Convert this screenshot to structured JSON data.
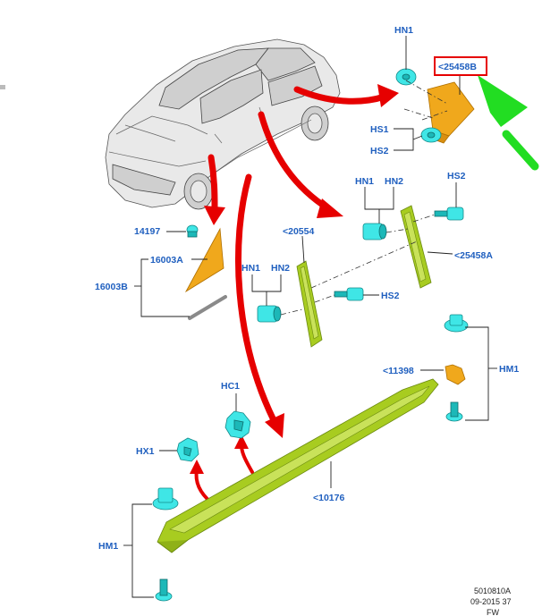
{
  "labels": {
    "hn1_top": "HN1",
    "highlight": "<25458B",
    "hs1_top": "HS1",
    "hs2_top": "HS2",
    "hn1_mid": "HN1",
    "hn2_mid": "HN2",
    "hs2_mid": "HS2",
    "p25458a": "<25458A",
    "p20554": "<20554",
    "p14197": "14197",
    "p16003a": "16003A",
    "p16003b": "16003B",
    "hn1_left": "HN1",
    "hn2_left": "HN2",
    "hs2_left": "HS2",
    "hc1": "HC1",
    "p11398": "<11398",
    "hm1_right": "HM1",
    "hx1": "HX1",
    "p10176": "<10176",
    "hm1_left": "HM1"
  },
  "footer": {
    "line1": "5010810A",
    "line2": "09-2015 37",
    "line3": "FW"
  },
  "colors": {
    "label": "#1f5fbf",
    "arrow_red": "#e60000",
    "arrow_green": "#22dd22",
    "highlight_box": "#e60000",
    "part_orange": "#f0a81c",
    "part_green": "#a8cc20",
    "clip_cyan": "#3fe6e6"
  }
}
